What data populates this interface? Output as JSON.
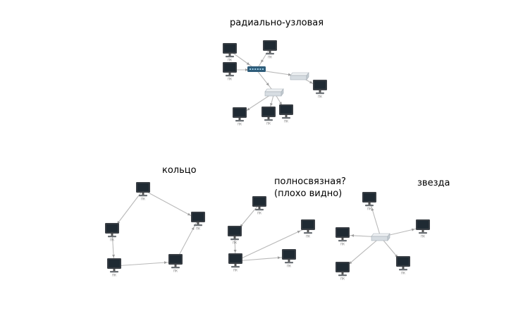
{
  "captions": {
    "radial": "радиально-узловая",
    "ring": "кольцо",
    "mesh_line1": "полносвязная?",
    "mesh_line2": "(плохо видно)",
    "star": "звезда"
  },
  "node_label": "ПК",
  "colors": {
    "link": "#b9b9b9",
    "monitor_frame": "#3a3f45",
    "screen": "#1f2a33",
    "switch_body": "#d7dde2",
    "switch_dark": "#2f5d7a"
  }
}
